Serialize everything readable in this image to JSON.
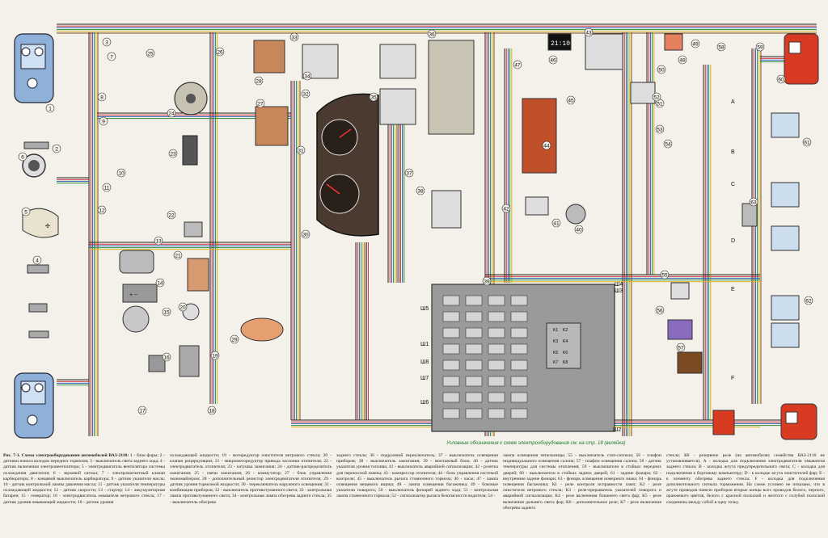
{
  "diagram": {
    "component_numbers": [
      "1",
      "2",
      "3",
      "4",
      "5",
      "6",
      "7",
      "8",
      "9",
      "10",
      "11",
      "12",
      "13",
      "14",
      "15",
      "16",
      "17",
      "18",
      "19",
      "20",
      "21",
      "22",
      "23",
      "24",
      "25",
      "26",
      "27",
      "28",
      "29",
      "30",
      "31",
      "32",
      "33",
      "34",
      "35",
      "36",
      "37",
      "38",
      "39",
      "40",
      "41",
      "42",
      "43",
      "44",
      "45",
      "46",
      "47",
      "48",
      "49",
      "50",
      "51",
      "52",
      "53",
      "54",
      "55",
      "56",
      "57",
      "58",
      "59",
      "60",
      "61",
      "62",
      "63",
      "64"
    ],
    "connector_labels": [
      "Ш1",
      "Ш2",
      "Ш3",
      "Ш4",
      "Ш5",
      "Ш6",
      "Ш7",
      "Ш8"
    ],
    "relay_labels": [
      "K1",
      "K2",
      "K3",
      "K4",
      "K5",
      "K6",
      "K7",
      "K8"
    ],
    "side_letters": [
      "A",
      "B",
      "C",
      "D",
      "E",
      "F"
    ],
    "clock_display": "21:10",
    "footnote": "Условные обозначения к схеме электрооборудования см. на стр. 18 (вклейка)",
    "colors": {
      "lamp_housing": "#8fb0d8",
      "rear_light": "#d83a22",
      "relay_block": "#c0502a",
      "fuse_box": "#9a9a9a",
      "purple_module": "#8a6bc0",
      "wire_black": "#222222",
      "wire_red": "#c82a2a",
      "wire_blue": "#2a5ab8",
      "wire_green": "#2a8a3a",
      "wire_yellow": "#d8b428",
      "wire_brown": "#7a4a22"
    }
  },
  "caption": {
    "title": "Рис. 7-1. Схема электрооборудования автомобилей ВАЗ-2110:",
    "col1": "1 - блок-фары; 2 - датчики износа колодок передних тормозов; 3 - выключатель света заднего хода; 4 - датчик включения электровентилятора; 5 - электродвигатель вентилятора системы охлаждения двигателя; 6 - звуковой сигнал; 7 - электромагнитный клапан карбюратора; 8 - концевой выключатель карбюратора; 9 - датчик указателя масла; 10 - датчик контрольной лампы давления масла; 11 - датчик указателя температуры охлаждающей жидкости; 12 - датчик скорости; 13 - стартер; 14 - аккумуляторная батарея; 15 - генератор; 16 - электродвигатель омывателя ветрового стекла; 17 - датчик уровня омывающей жидкости; 18 - датчик уровня",
    "col2": "охлаждающей жидкости; 19 - моторедуктор очистителя ветрового стекла; 20 - клапан рециркуляции; 21 - микромоторедуктор привода заслонки отопителя; 22 - электродвигатель отопителя; 23 - катушка зажигания; 24 - датчик-распределитель зажигания; 25 - свечи зажигания; 26 - коммутатор; 27 - блок управления экономайзером; 28 - дополнительный резистор электродвигателя отопителя; 29 - датчик уровня тормозной жидкости; 30 - переключатель наружного освещения; 31 - комбинация приборов; 32 - выключатель противотуманного света; 33 - контрольная лампа противотуманного света; 34 - контрольная лампа обогрева заднего стекла; 35 - выключатель обогрева",
    "col3": "заднего стекла; 36 - подрулевой переключатель; 37 - выключатель освещения приборов; 38 - выключатель зажигания; 39 - монтажный блок; 40 - датчик указателя уровня топлива; 41 - выключатель аварийной сигнализации; 42 - розетка для переносной лампы; 43 - компрессор отопителя; 44 - блок управления системой контроля; 45 - выключатель рычага стояночного тормоза; 46 - часы; 47 - лампа освещения вещевого ящика; 48 - лампа освещения багажника; 49 - боковые указатели поворота; 50 - выключатель фонарей заднего хода; 51 - контрольная лампа стояночного тормоза; 52 - сигнализатор рычага безопасности водителя; 54 -",
    "col4": "лампа освещения пепельницы; 55 - выключатель стоп-сигнала; 56 - плафон индивидуального освещения салона; 57 - плафон освещения салона; 58 - датчик температуры для системы отопления; 59 - выключатели в стойках передних дверей; 60 - выключатели в стойках задних дверей; 61 - задние фонари; 62 - внутренние задние фонари; 63 - фонарь освещения номерного знака; 64 - фонарь освещения багажника; К1 - реле контроля исправности ламп; К2 - реле очистителя ветрового стекла; К3 - реле-прерыватель указателей поворота и аварийной сигнализации; К4 - реле включения ближнего света фар; К5 - реле включения дальнего света фар; К6 - дополнительное реле; К7 - реле включения обогрева заднего",
    "col5": "стекла; К8 - резервное реле (на автомобилях семейства ВАЗ-2110 не устанавливается). А - колодка для подключения электродвигателя омывателя заднего стекла; В - колодка жгута предупредительного света; С - колодка для подключения к бортовому компьютеру; D - к колодке жгута очистителей фар; Е - к элементу обогрева заднего стекла; F - колодка для подключения дополнительного сигнала торможения. На схеме условно не показано, что в жгуте проводов панели приборов вторые концы всех проводов белого, черного, оранжевого цветов, белого с красной полоской и желтого с голубой полоской соединены между собой в одну точку."
  }
}
